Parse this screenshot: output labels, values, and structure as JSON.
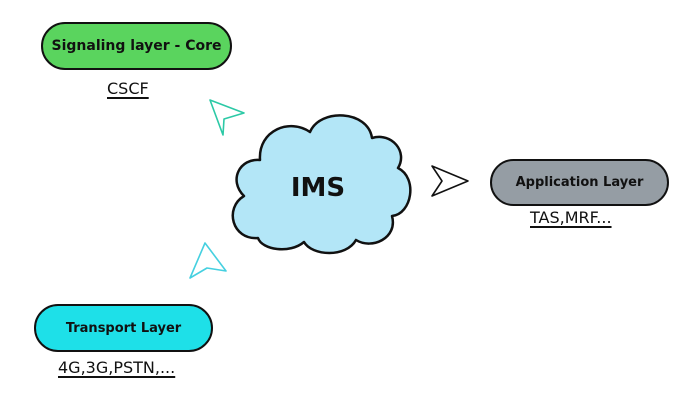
{
  "center": {
    "label": "IMS"
  },
  "nodes": {
    "signaling": {
      "title": "Signaling layer - Core",
      "sub": "CSCF",
      "color": "#5ad45e"
    },
    "application": {
      "title": "Application Layer",
      "sub": "TAS,MRF...",
      "color": "#959da4"
    },
    "transport": {
      "title": "Transport Layer",
      "sub": "4G,3G,PSTN,...",
      "color": "#1ee0e8"
    }
  },
  "colors": {
    "cloud": "#b3e6f7",
    "arrow_teal": "#2cc9a6",
    "arrow_cyan": "#45d0e0",
    "arrow_dark": "#111111"
  },
  "icons": [
    "arrow-pointer-icon",
    "arrow-pointer-icon",
    "arrow-pointer-icon",
    "cloud-icon"
  ]
}
